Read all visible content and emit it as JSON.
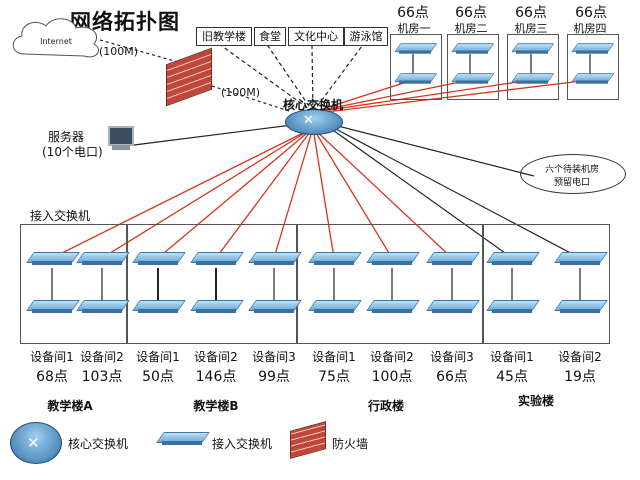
{
  "title": "网络拓扑图",
  "internet": "Internet",
  "bandwidth_upper": "(100M)",
  "bandwidth_lower": "(100M)",
  "buildings": [
    "旧教学楼",
    "食堂",
    "文化中心",
    "游泳馆"
  ],
  "core_label": "核心交换机",
  "rooms": [
    {
      "points": "66点",
      "name": "机房一"
    },
    {
      "points": "66点",
      "name": "机房二"
    },
    {
      "points": "66点",
      "name": "机房三"
    },
    {
      "points": "66点",
      "name": "机房四"
    }
  ],
  "server": {
    "line1": "服务器",
    "line2": "(10个电口)"
  },
  "reserved": {
    "line1": "六个待装机房",
    "line2": "预留电口"
  },
  "access_label": "接入交换机",
  "wiring_closets": [
    {
      "room": "设备间1",
      "points": "68点"
    },
    {
      "room": "设备间2",
      "points": "103点"
    },
    {
      "room": "设备间1",
      "points": "50点"
    },
    {
      "room": "设备间2",
      "points": "146点"
    },
    {
      "room": "设备间3",
      "points": "99点"
    },
    {
      "room": "设备间1",
      "points": "75点"
    },
    {
      "room": "设备间2",
      "points": "100点"
    },
    {
      "room": "设备间3",
      "points": "66点"
    },
    {
      "room": "设备间1",
      "points": "45点"
    },
    {
      "room": "设备间2",
      "points": "19点"
    }
  ],
  "groups": [
    "教学楼A",
    "教学楼B",
    "行政楼",
    "实验楼"
  ],
  "legend": {
    "core": "核心交换机",
    "access": "接入交换机",
    "firewall": "防火墙"
  },
  "colors": {
    "uplink": "#d8331d",
    "switch": "#6aaad8",
    "firewall": "#c0463a"
  }
}
